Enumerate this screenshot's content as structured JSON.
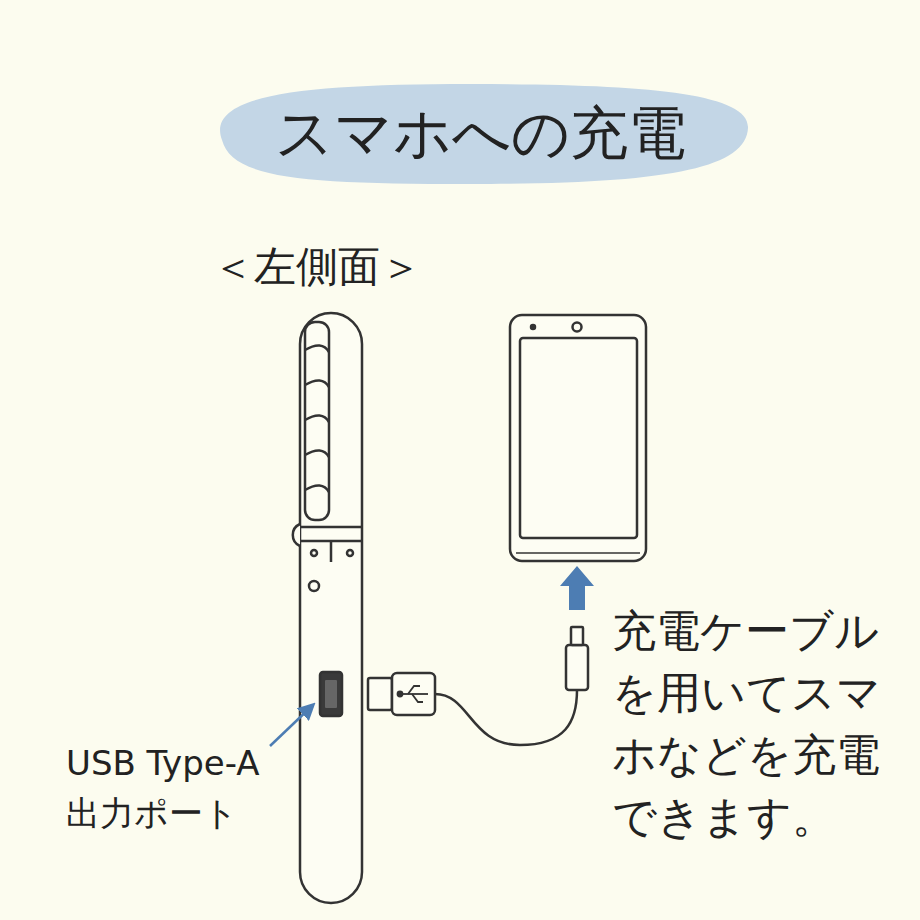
{
  "diagram": {
    "title": "スマホへの充電",
    "labels": [
      "＜左側面＞",
      "USB Type-A 出力ポート",
      "充電ケーブル を用いてスマ ホなどを充電 できます。"
    ]
  }
}
